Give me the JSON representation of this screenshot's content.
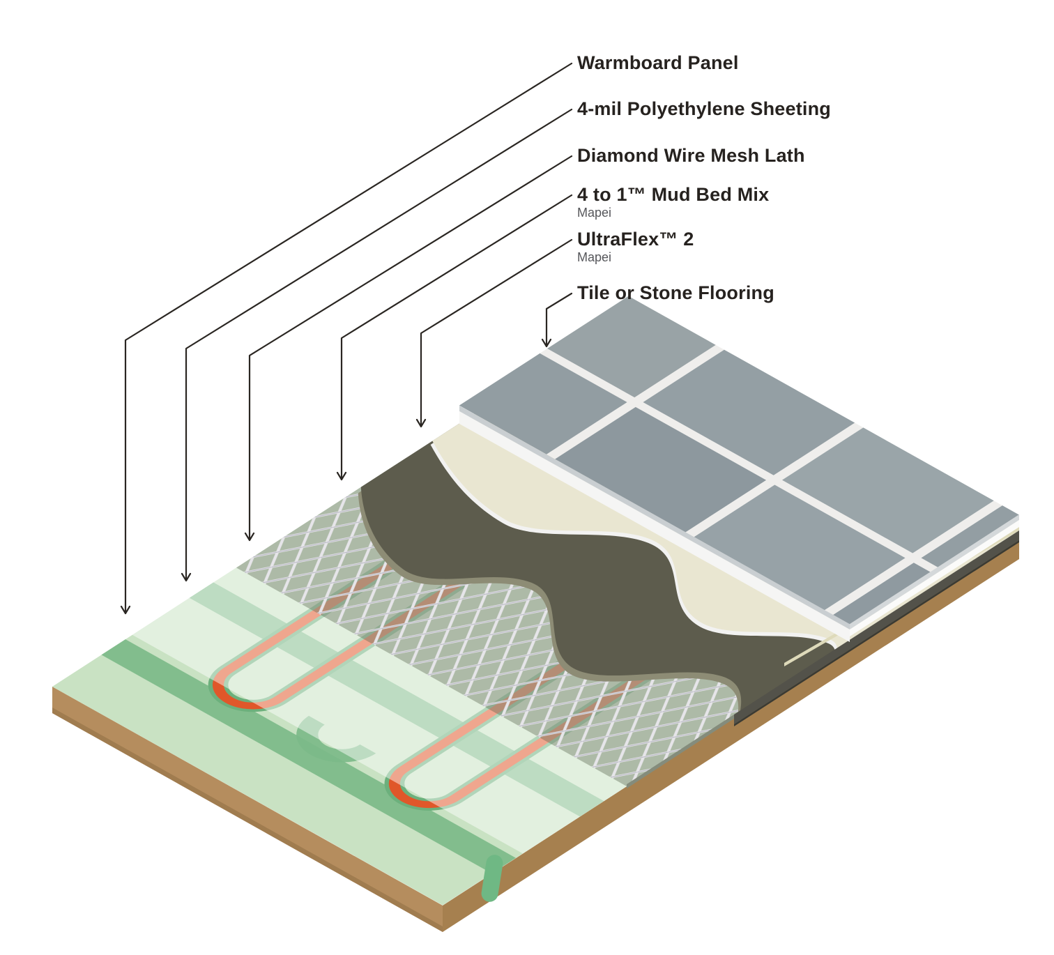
{
  "labels": [
    {
      "title": "Warmboard Panel",
      "sub": ""
    },
    {
      "title": "4-mil Polyethylene Sheeting",
      "sub": ""
    },
    {
      "title": "Diamond Wire Mesh Lath",
      "sub": ""
    },
    {
      "title": "4 to 1™ Mud Bed Mix",
      "sub": "Mapei"
    },
    {
      "title": "UltraFlex™ 2",
      "sub": "Mapei"
    },
    {
      "title": "Tile or Stone Flooring",
      "sub": ""
    }
  ],
  "colors": {
    "warmboard_green": "#c9e2c3",
    "channel_green": "#7cba89",
    "tubing_orange": "#e0572a",
    "poly_film_white": "rgba(255,255,255,0.47)",
    "mesh_grey_green": "#9fa79a",
    "mud_bed_olive": "#5d5c4d",
    "ultraflex_cream": "#e9e6d1",
    "tile_grey": "#949fa4",
    "grout_white": "#efeeec",
    "wood_brown": "#b58d5e",
    "label_text": "#26221f"
  }
}
